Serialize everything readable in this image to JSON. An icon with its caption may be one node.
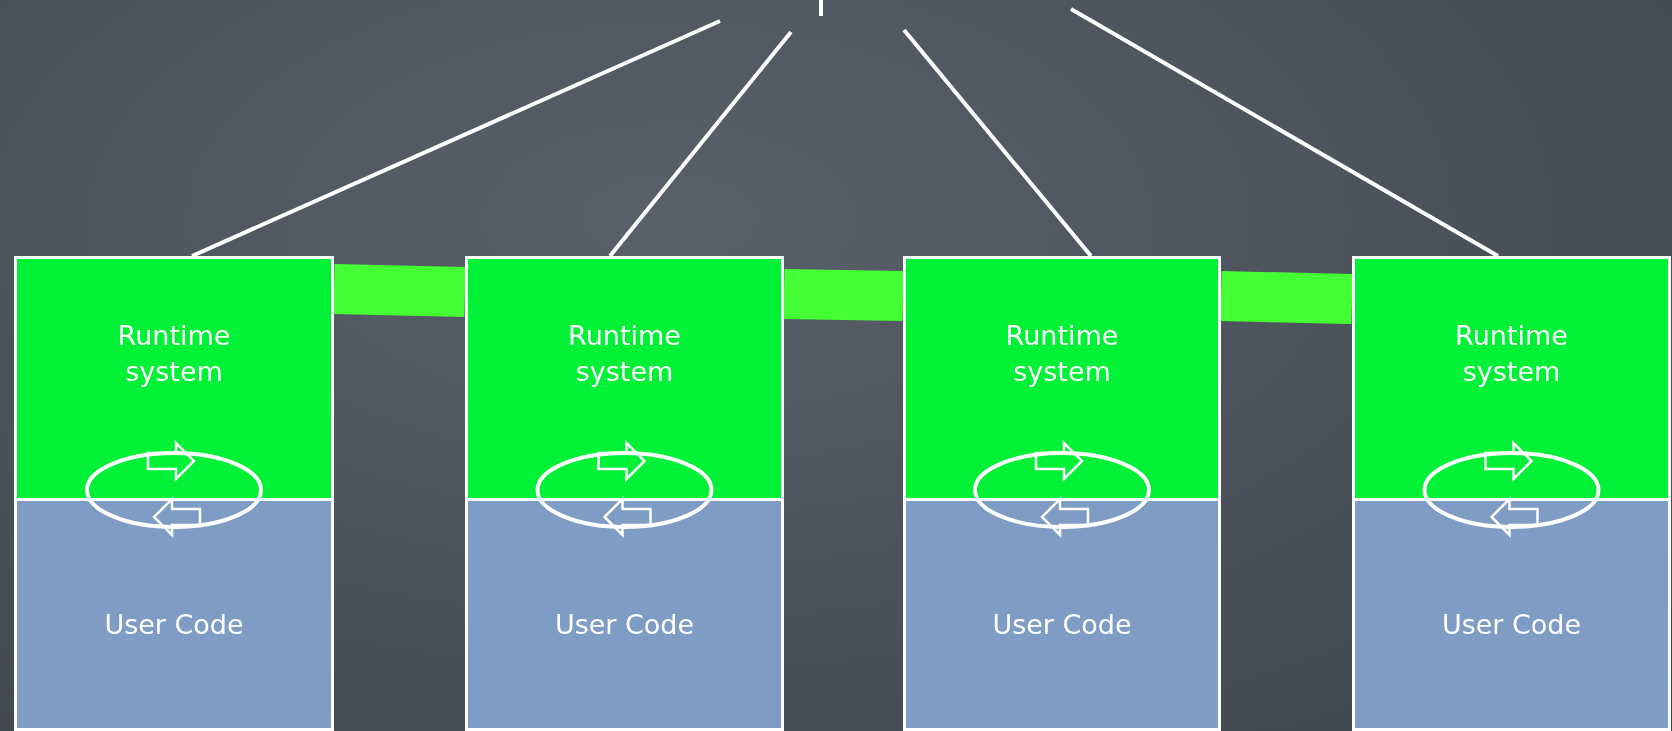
{
  "diagram": {
    "nodes": [
      {
        "text": [
          "Runtime system"
        ]
      },
      {
        "text": [
          "Runtime system"
        ]
      },
      {
        "text": [
          "Runtime system"
        ]
      },
      {
        "text": [
          "Runtime system"
        ]
      },
      {
        "text": [
          "User Code"
        ]
      },
      {
        "text": [
          "User Code"
        ]
      },
      {
        "text": [
          "User Code"
        ]
      },
      {
        "text": [
          "User Code"
        ]
      }
    ],
    "edges": [
      {
        "from": null,
        "to": 0,
        "arrow": "none"
      },
      {
        "from": null,
        "to": 1,
        "arrow": "none"
      },
      {
        "from": null,
        "to": 2,
        "arrow": "none"
      },
      {
        "from": null,
        "to": 3,
        "arrow": "none"
      },
      {
        "from": 0,
        "to": 1,
        "arrow": "none",
        "style": "thick",
        "color": "#44ff33"
      },
      {
        "from": 1,
        "to": 2,
        "arrow": "none",
        "style": "thick",
        "color": "#44ff33"
      },
      {
        "from": 2,
        "to": 3,
        "arrow": "none",
        "style": "thick",
        "color": "#44ff33"
      },
      {
        "from": 0,
        "to": 4,
        "arrow": "none"
      },
      {
        "from": 1,
        "to": 5,
        "arrow": "none"
      },
      {
        "from": 2,
        "to": 6,
        "arrow": "none"
      },
      {
        "from": 3,
        "to": 7,
        "arrow": "none"
      }
    ]
  }
}
